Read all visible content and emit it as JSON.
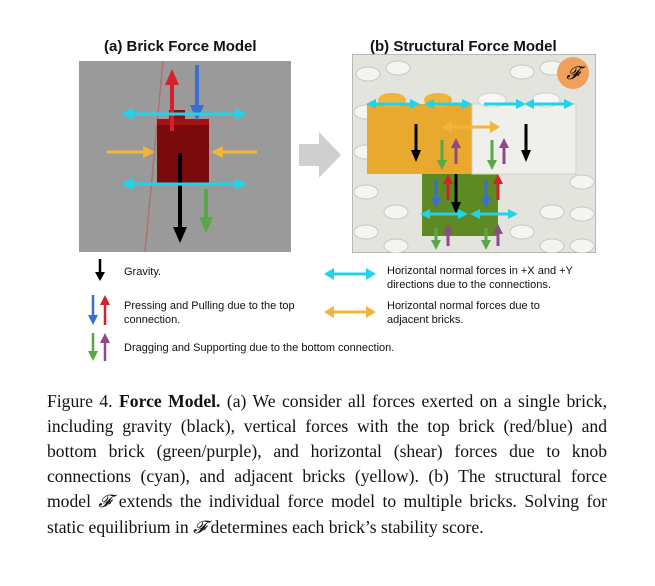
{
  "panel_a": {
    "title": "(a) Brick Force Model"
  },
  "panel_b": {
    "title": "(b) Structural Force Model",
    "badge": "𝓕"
  },
  "legend": {
    "gravity": "Gravity.",
    "pressing_line1": "Pressing and Pulling due to the top",
    "pressing_line2": "connection.",
    "dragging": "Dragging and Supporting due to the bottom connection.",
    "horizontal_line1": "Horizontal normal forces in +X and +Y",
    "horizontal_line2": "directions due to the connections.",
    "adjacent_line1": "Horizontal normal forces due to",
    "adjacent_line2": "adjacent bricks."
  },
  "caption": {
    "label": "Figure 4.",
    "lead": "Force Model.",
    "part1": "(a) We consider all forces exerted on a single brick, including gravity (black), vertical forces with the top brick (red/blue) and bottom brick (green/purple), and horizontal (shear) forces due to knob connections (cyan), and adjacent bricks (yellow). (b) The structural force model",
    "symbol": "𝓕",
    "part2": "extends the individual force model to multiple bricks. Solving for static equilibrium in",
    "symbol2": "𝓕",
    "part3": "determines each brick’s stability score."
  },
  "colors": {
    "gravity": "#000000",
    "pressing": "#3a6fd0",
    "pulling": "#d8202a",
    "dragging": "#5aa648",
    "supporting": "#8e4a8a",
    "cyan": "#22d3e8",
    "yellow": "#f2b53a"
  }
}
